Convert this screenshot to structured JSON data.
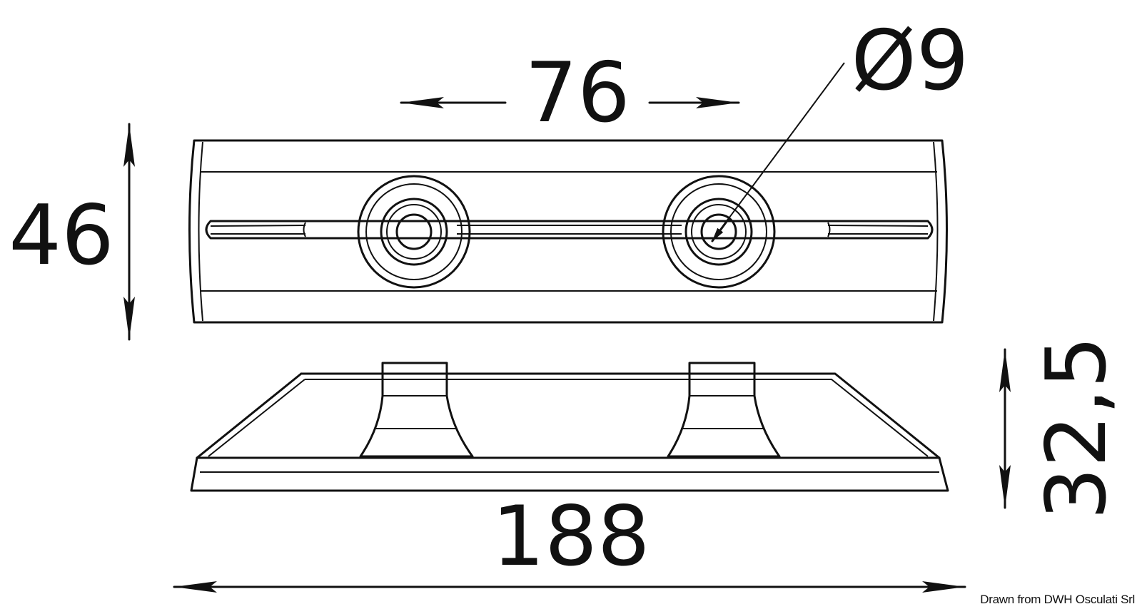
{
  "dimensions": {
    "center_spacing": "76",
    "hole_diameter": "Ø9",
    "width": "46",
    "length": "188",
    "height": "32,5"
  },
  "credit": "Drawn from DWH Osculati Srl"
}
